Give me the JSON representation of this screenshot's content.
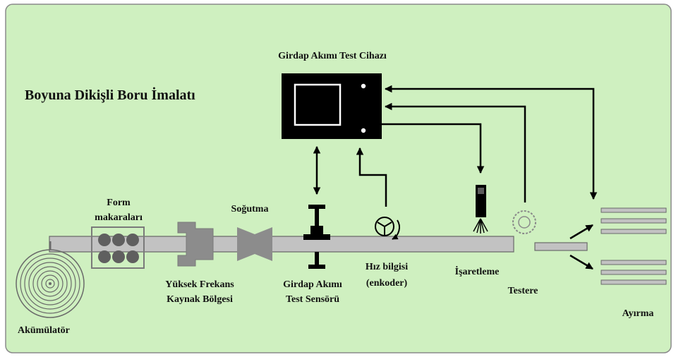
{
  "colors": {
    "background": "#cff0c0",
    "border": "#8a8a8a",
    "device_body": "#000000",
    "pipe_fill": "#c2c2c2",
    "component_fill": "#8c8c8c",
    "component_dark": "#5f5f5f",
    "line": "#000000",
    "text": "#111111"
  },
  "diagram": {
    "title": "Boyuna Dikişli Boru İmalatı",
    "device_label": "Girdap Akımı Test Cihazı",
    "labels": {
      "form_rollers": [
        "Form",
        "makaraları"
      ],
      "cooling": "Soğutma",
      "welding": [
        "Yüksek Frekans",
        "Kaynak Bölgesi"
      ],
      "sensor": [
        "Girdap Akımı",
        "Test Sensörü"
      ],
      "speed": [
        "Hız bilgisi",
        "(enkoder)"
      ],
      "marking": "İşaretleme",
      "saw": "Testere",
      "sorting": "Ayırma",
      "accumulator": "Akümülatör"
    }
  }
}
